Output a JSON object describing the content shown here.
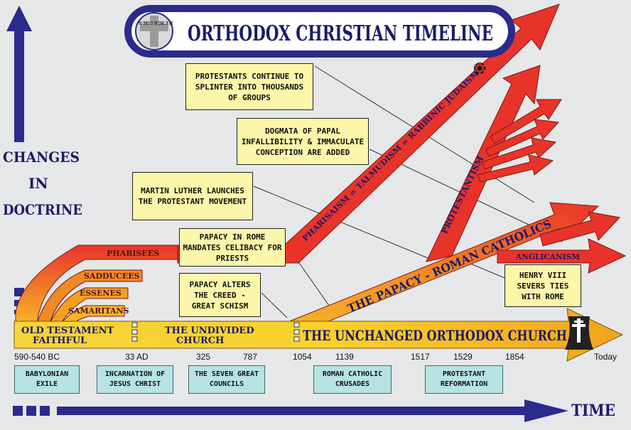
{
  "title": "ORTHODOX CHRISTIAN TIMELINE",
  "seal_text": "THE CHURCH IS THE ISRAEL OF GOD",
  "y_axis_label": [
    "CHANGES",
    "IN",
    "DOCTRINE"
  ],
  "x_axis_label": "TIME",
  "main_bar": {
    "segment1": "OLD TESTAMENT FAITHFUL",
    "segment2": "THE UNDIVIDED CHURCH",
    "segment3": "THE UNCHANGED ORTHODOX CHURCH"
  },
  "sects": [
    "PHARISEES",
    "SADDUCEES",
    "ESSENES",
    "SAMARITANS"
  ],
  "branches": {
    "judaism": "PHARISAISM = TALMUDISM = RABBINIC JUDAISM",
    "papacy": "THE PAPACY - ROMAN CATHOLICS",
    "protestantism": "PROTESTANTISM",
    "anglicanism": "ANGLICANISM"
  },
  "annotations": [
    "PROTESTANTS CONTINUE TO SPLINTER INTO THOUSANDS OF GROUPS",
    "DOGMATA OF PAPAL INFALLIBILITY & IMMACULATE CONCEPTION ARE ADDED",
    "MARTIN LUTHER LAUNCHES THE PROTESTANT MOVEMENT",
    "PAPACY IN ROME MANDATES CELIBACY FOR PRIESTS",
    "PAPACY ALTERS THE CREED - GREAT SCHISM",
    "HENRY VIII SEVERS TIES WITH ROME"
  ],
  "years": [
    "590-540 BC",
    "33 AD",
    "325",
    "787",
    "1054",
    "1139",
    "1517",
    "1529",
    "1854",
    "Today"
  ],
  "events": [
    "BABYLONIAN EXILE",
    "INCARNATION OF JESUS CHRIST",
    "THE SEVEN GREAT COUNCILS",
    "ROMAN CATHOLIC CRUSADES",
    "PROTESTANT REFORMATION"
  ],
  "colors": {
    "navy": "#2b2b8c",
    "red": "#e8332a",
    "orange": "#f39c1f",
    "yellow": "#fbd92a",
    "note": "#fbf6a9",
    "event": "#b7e3e2"
  }
}
